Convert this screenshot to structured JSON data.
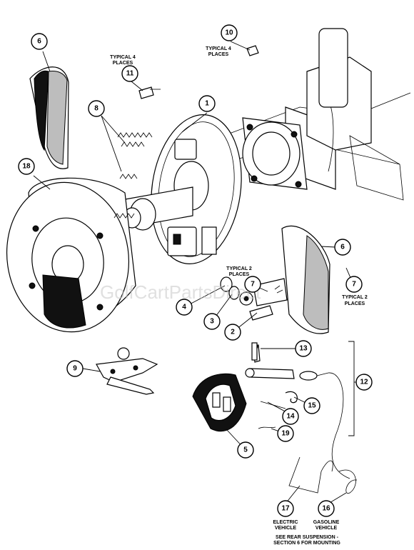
{
  "callouts": {
    "c1": "1",
    "c2": "2",
    "c3": "3",
    "c4": "4",
    "c5": "5",
    "c6a": "6",
    "c6b": "6",
    "c7a": "7",
    "c7b": "7",
    "c8": "8",
    "c9": "9",
    "c10": "10",
    "c11": "11",
    "c12": "12",
    "c13": "13",
    "c14": "14",
    "c15": "15",
    "c16": "16",
    "c17": "17",
    "c18": "18",
    "c19": "19"
  },
  "notes": {
    "typical4_a_l1": "TYPICAL 4",
    "typical4_a_l2": "PLACES",
    "typical4_b_l1": "TYPICAL 4",
    "typical4_b_l2": "PLACES",
    "typical2_a_l1": "TYPICAL 2",
    "typical2_a_l2": "PLACES",
    "typical2_b_l1": "TYPICAL 2",
    "typical2_b_l2": "PLACES",
    "electric_l1": "ELECTRIC",
    "electric_l2": "VEHICLE",
    "gasoline_l1": "GASOLINE",
    "gasoline_l2": "VEHICLE",
    "see_l1": "SEE REAR SUSPENSION -",
    "see_l2": "SECTION 6 FOR MOUNTING"
  },
  "watermark": "GolfCartPartsDirect"
}
